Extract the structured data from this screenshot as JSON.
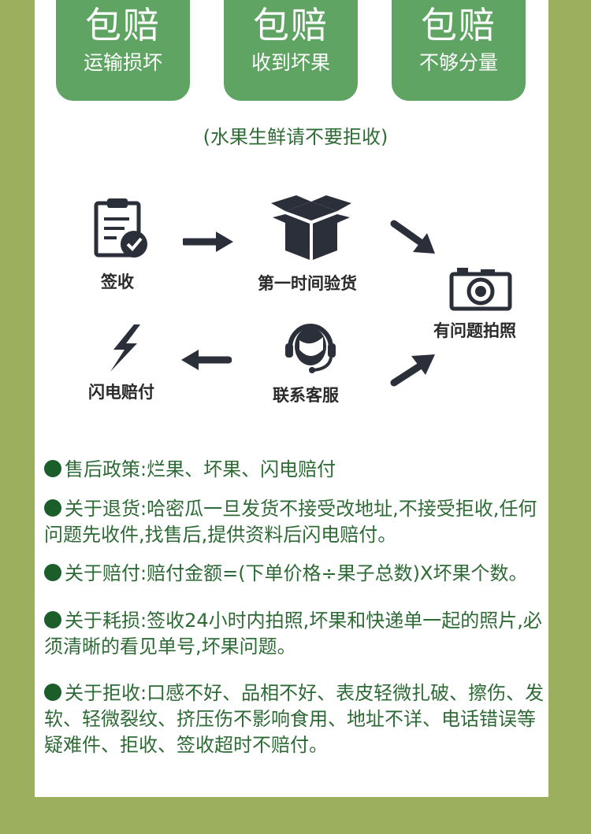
{
  "badges": [
    {
      "big": "包赔",
      "small": "运输损坏"
    },
    {
      "big": "包赔",
      "small": "收到坏果"
    },
    {
      "big": "包赔",
      "small": "不够分量"
    }
  ],
  "subtitle": "(水果生鲜请不要拒收)",
  "flow": {
    "sign": "签收",
    "inspect": "第一时间验货",
    "photo": "有问题拍照",
    "contact": "联系客服",
    "compensate": "闪电赔付"
  },
  "policies": [
    "售后政策:烂果、坏果、闪电赔付",
    "关于退货:哈密瓜一旦发货不接受改地址,不接受拒收,任何问题先收件,找售后,提供资料后闪电赔付。",
    "关于赔付:赔付金额=(下单价格÷果子总数)X坏果个数。",
    "关于耗损:签收24小时内拍照,坏果和快递单一起的照片,必须清晰的看见单号,坏果问题。",
    "关于拒收:口感不好、品相不好、表皮轻微扎破、擦伤、发软、轻微裂纹、挤压伤不影响食用、地址不详、电话错误等疑难件、拒收、签收超时不赔付。"
  ],
  "colors": {
    "background": "#9caf5f",
    "badge": "#5fa463",
    "text": "#2e6a35",
    "bullet": "#1c5e2a"
  }
}
